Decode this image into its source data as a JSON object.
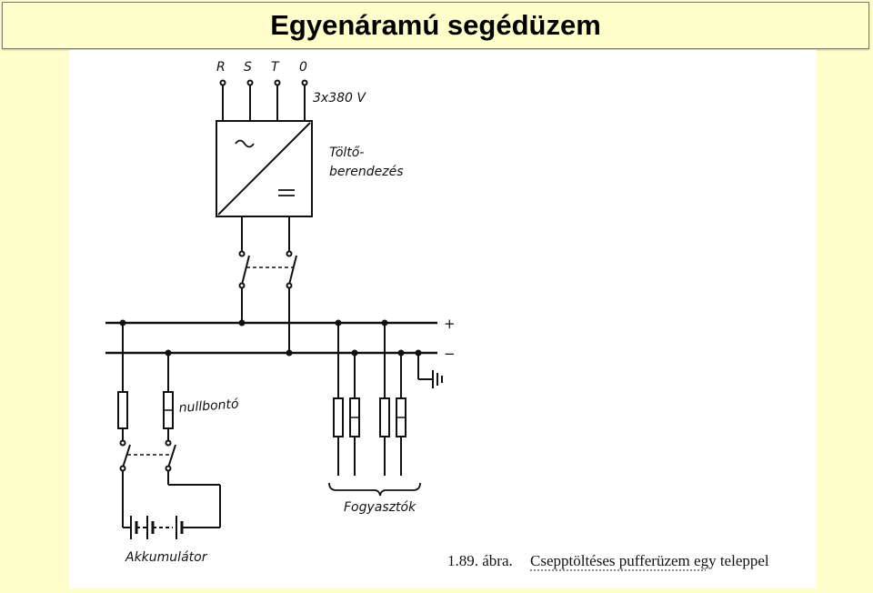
{
  "slide": {
    "title": "Egyenáramú segédüzem"
  },
  "diagram": {
    "phase_labels": [
      "R",
      "S",
      "T",
      "0"
    ],
    "supply_voltage": "3x380 V",
    "charger_label_line1": "Töltő-",
    "charger_label_line2": "berendezés",
    "ac_symbol": "~",
    "dc_symbol": "=",
    "plus_label": "+",
    "minus_label": "−",
    "fuse_label": "nullbontó",
    "consumers_label": "Fogyasztók",
    "battery_label": "Akkumulátor",
    "caption_number": "1.89. ábra.",
    "caption_text": "Csepptöltéses pufferüzem egy teleppel"
  }
}
